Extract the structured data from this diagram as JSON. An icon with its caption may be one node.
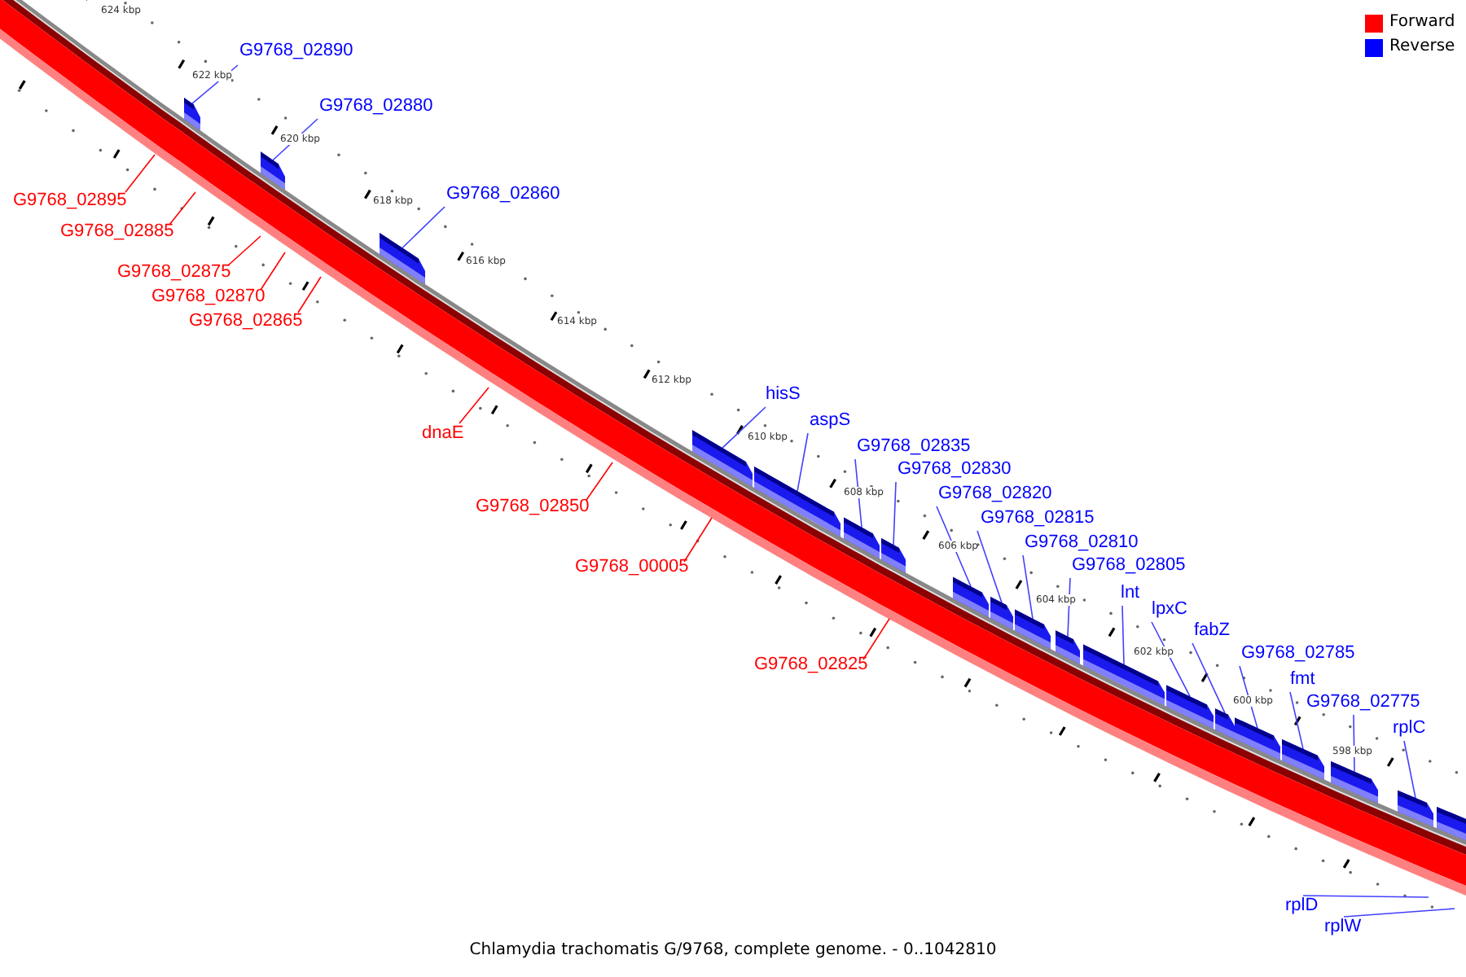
{
  "diagram": {
    "caption": "Chlamydia trachomatis G/9768, complete genome. - 0..1042810",
    "nodes": [
      {
        "text": [
          "G9768_02890"
        ]
      },
      {
        "text": [],
        "shape": "box"
      },
      {
        "text": [
          "G9768_02880"
        ]
      },
      {
        "text": [],
        "shape": "box"
      },
      {
        "text": [
          "G9768_02895"
        ]
      },
      {
        "text": [
          "G9768_02860"
        ]
      },
      {
        "text": [],
        "shape": "box"
      },
      {
        "text": [
          "G9768_02885"
        ]
      },
      {
        "text": [
          "G9768_02875"
        ]
      },
      {
        "text": [
          "G9768_02870"
        ]
      },
      {
        "text": [
          "G9768_02865"
        ]
      },
      {
        "text": [
          "dnaE"
        ]
      },
      {
        "text": [
          "hisS"
        ]
      },
      {
        "text": [],
        "shape": "box"
      },
      {
        "text": [
          "aspS"
        ]
      },
      {
        "text": [],
        "shape": "box"
      },
      {
        "text": [
          "G9768_02835"
        ]
      },
      {
        "text": [],
        "shape": "box"
      },
      {
        "text": [
          "G9768_02830"
        ]
      },
      {
        "text": [],
        "shape": "box"
      },
      {
        "text": [
          "G9768_02850"
        ]
      },
      {
        "text": [
          "G9768_02820"
        ]
      },
      {
        "text": [],
        "shape": "box"
      },
      {
        "text": [
          "G9768_02815"
        ]
      },
      {
        "text": [],
        "shape": "box"
      },
      {
        "text": [
          "G9768_00005"
        ]
      },
      {
        "text": [
          "G9768_02810"
        ]
      },
      {
        "text": [],
        "shape": "box"
      },
      {
        "text": [
          "G9768_02805"
        ]
      },
      {
        "text": [],
        "shape": "box"
      },
      {
        "text": [
          "lnt"
        ]
      },
      {
        "text": [],
        "shape": "box"
      },
      {
        "text": [
          "lpxC"
        ]
      },
      {
        "text": [],
        "shape": "box"
      },
      {
        "text": [
          "fabZ"
        ]
      },
      {
        "text": [],
        "shape": "box"
      },
      {
        "text": [
          "G9768_02825"
        ]
      },
      {
        "text": [
          "G9768_02785"
        ]
      },
      {
        "text": [],
        "shape": "box"
      },
      {
        "text": [
          "fmt"
        ]
      },
      {
        "text": [],
        "shape": "box"
      },
      {
        "text": [
          "G9768_02775"
        ]
      },
      {
        "text": [],
        "shape": "box"
      },
      {
        "text": [
          "rplC"
        ]
      },
      {
        "text": [],
        "shape": "box"
      },
      {
        "text": [],
        "shape": "box"
      },
      {
        "text": [
          "rplD"
        ]
      },
      {
        "text": [
          "rplW"
        ]
      }
    ],
    "edges": [
      {
        "from": 0,
        "to": 1,
        "arrow": "none"
      },
      {
        "from": 2,
        "to": 3,
        "arrow": "none"
      },
      {
        "from": 4,
        "to": null,
        "arrow": "none",
        "color": "#ff0000"
      },
      {
        "from": 5,
        "to": 6,
        "arrow": "none"
      },
      {
        "from": 7,
        "to": null,
        "arrow": "none",
        "color": "#ff0000"
      },
      {
        "from": 8,
        "to": null,
        "arrow": "none",
        "color": "#ff0000"
      },
      {
        "from": 9,
        "to": null,
        "arrow": "none",
        "color": "#ff0000"
      },
      {
        "from": 10,
        "to": null,
        "arrow": "none",
        "color": "#ff0000"
      },
      {
        "from": 11,
        "to": null,
        "arrow": "none",
        "color": "#ff0000"
      },
      {
        "from": 12,
        "to": 13,
        "arrow": "none"
      },
      {
        "from": 14,
        "to": 15,
        "arrow": "none"
      },
      {
        "from": 16,
        "to": 17,
        "arrow": "none"
      },
      {
        "from": 18,
        "to": 19,
        "arrow": "none"
      },
      {
        "from": 20,
        "to": null,
        "arrow": "none",
        "color": "#ff0000"
      },
      {
        "from": 21,
        "to": 22,
        "arrow": "none"
      },
      {
        "from": 23,
        "to": 24,
        "arrow": "none"
      },
      {
        "from": 25,
        "to": null,
        "arrow": "none",
        "color": "#ff0000"
      },
      {
        "from": 26,
        "to": 27,
        "arrow": "none"
      },
      {
        "from": 28,
        "to": 29,
        "arrow": "none"
      },
      {
        "from": 30,
        "to": 31,
        "arrow": "none"
      },
      {
        "from": 32,
        "to": 33,
        "arrow": "none"
      },
      {
        "from": 34,
        "to": 35,
        "arrow": "none"
      },
      {
        "from": 36,
        "to": null,
        "arrow": "none",
        "color": "#ff0000"
      },
      {
        "from": 37,
        "to": 38,
        "arrow": "none"
      },
      {
        "from": 39,
        "to": 40,
        "arrow": "none"
      },
      {
        "from": 41,
        "to": 42,
        "arrow": "none"
      },
      {
        "from": 43,
        "to": 44,
        "arrow": "none"
      },
      {
        "from": 46,
        "to": null,
        "arrow": "none"
      },
      {
        "from": 47,
        "to": null,
        "arrow": "none"
      }
    ],
    "labels": [
      "624 kbp",
      "622 kbp",
      "620 kbp",
      "618 kbp",
      "616 kbp",
      "614 kbp",
      "612 kbp",
      "610 kbp",
      "608 kbp",
      "606 kbp",
      "604 kbp",
      "602 kbp",
      "600 kbp",
      "598 kbp"
    ],
    "legend": [
      {
        "text": "Forward",
        "color": "#ff0000"
      },
      {
        "text": "Reverse",
        "color": "#0000ff"
      }
    ]
  }
}
